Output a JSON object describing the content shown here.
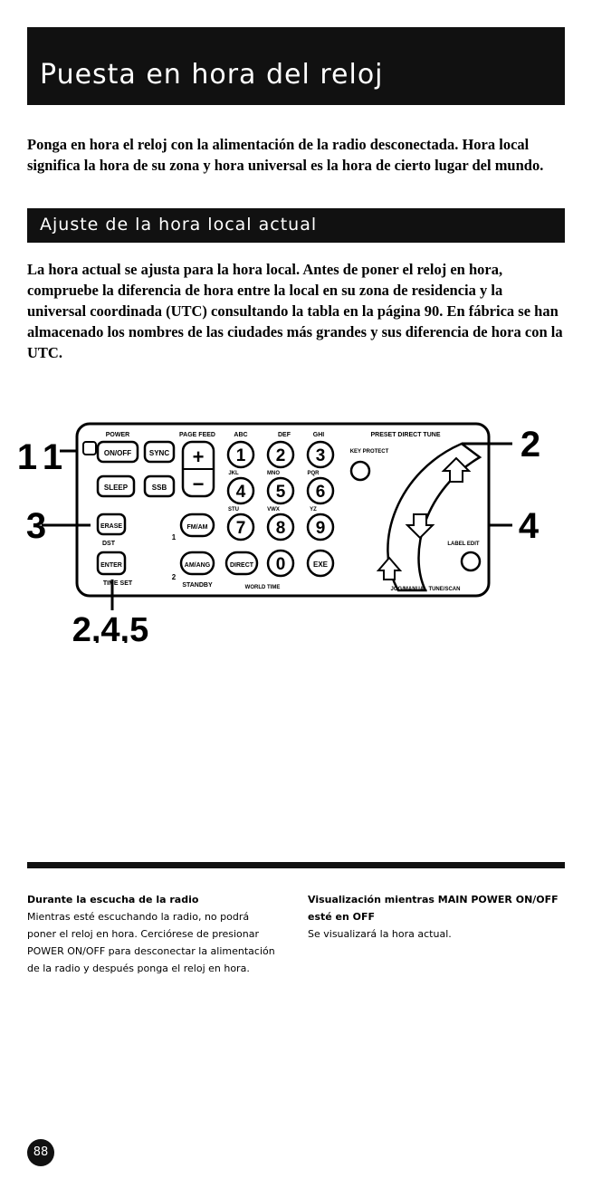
{
  "title": "Puesta en hora del reloj",
  "intro": "Ponga en hora el reloj con la alimentación de la radio desconectada. Hora local significa la hora de su zona y hora universal es la hora de cierto lugar del mundo.",
  "section_title": "Ajuste de la hora local actual",
  "body": "La hora actual se ajusta para la hora local. Antes de poner el reloj en hora, compruebe la diferencia de hora entre la local en su zona de residencia y la universal coordinada (UTC) consultando la tabla en la página 90. En fábrica se han almacenado los nombres de las ciudades más grandes y sus diferencia de hora con la UTC.",
  "diagram": {
    "callouts": {
      "c1": "1",
      "c2": "2",
      "c3": "3",
      "c4": "4",
      "c245": "2,4,5"
    },
    "top_labels": {
      "power": "POWER",
      "page_feed": "PAGE FEED",
      "abc": "ABC",
      "def": "DEF",
      "ghi": "GHI",
      "preset": "PRESET DIRECT TUNE"
    },
    "buttons": {
      "onoff": "ON/OFF",
      "sync": "SYNC",
      "sleep": "SLEEP",
      "ssb": "SSB",
      "plus": "+",
      "minus": "−",
      "d1": "1",
      "d2": "2",
      "d3": "3",
      "d4": "4",
      "d5": "5",
      "d6": "6",
      "d7": "7",
      "d8": "8",
      "d9": "9",
      "d0": "0",
      "erase": "ERASE",
      "fmam": "FM/AM",
      "amsync": "AM/ANG",
      "direct": "DIRECT",
      "exe": "EXE",
      "enter": "ENTER"
    },
    "small_labels": {
      "jkl": "JKL",
      "mno": "MNO",
      "pqr": "PQR",
      "stu": "STU",
      "vwx": "VWX",
      "yz": "YZ",
      "dst": "DST",
      "time_set": "TIME SET",
      "standby": "STANDBY",
      "world_time": "WORLD TIME",
      "jog": "JOG/MANUAL TUNE/SCAN",
      "label_edit": "LABEL EDIT",
      "key_protect": "KEY PROTECT",
      "one": "1",
      "two": "2"
    }
  },
  "notes": [
    {
      "head": "Durante la escucha de la radio",
      "text": "Mientras esté escuchando la radio, no podrá poner el reloj en hora. Cerciórese de presionar POWER ON/OFF para desconectar la alimentación de la radio y después ponga el reloj en hora."
    },
    {
      "head": "Visualización mientras MAIN POWER ON/OFF esté en OFF",
      "text": "Se visualizará la hora actual."
    }
  ],
  "page_number": "88"
}
